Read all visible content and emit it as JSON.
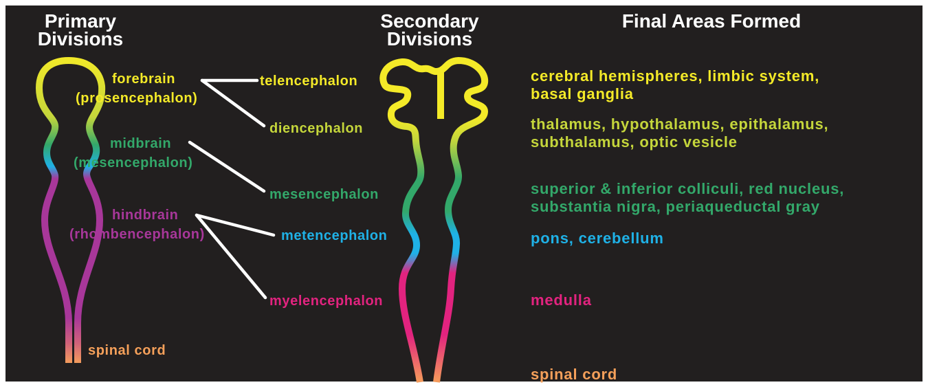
{
  "headers": {
    "primary_line1": "Primary",
    "primary_line2": "Divisions",
    "secondary_line1": "Secondary",
    "secondary_line2": "Divisions",
    "final": "Final Areas Formed"
  },
  "primary": {
    "forebrain": "forebrain",
    "forebrain_alt": "(prosencephalon)",
    "midbrain": "midbrain",
    "midbrain_alt": "(mesencephalon)",
    "hindbrain": "hindbrain",
    "hindbrain_alt": "(rhombencephalon)",
    "spinal": "spinal cord"
  },
  "secondary": {
    "telencephalon": "telencephalon",
    "diencephalon": "diencephalon",
    "mesencephalon": "mesencephalon",
    "metencephalon": "metencephalon",
    "myelencephalon": "myelencephalon"
  },
  "final": {
    "tel_line1": "cerebral hemispheres, limbic system,",
    "tel_line2": "basal ganglia",
    "dien_line1": "thalamus, hypothalamus, epithalamus,",
    "dien_line2": "subthalamus, optic vesicle",
    "mes_line1": "superior & inferior colliculi, red nucleus,",
    "mes_line2": "substantia nigra, periaqueductal gray",
    "met": "pons, cerebellum",
    "mye": "medulla",
    "spinal": "spinal cord"
  },
  "colors": {
    "background": "#221f1f",
    "header": "#ffffff",
    "forebrain": "#f4ea28",
    "diencephalon": "#c5d63b",
    "midbrain": "#33a86a",
    "hindbrain": "#a8379a",
    "metencephalon": "#1fb1e6",
    "myelencephalon": "#e2237f",
    "spinal_cord": "#f5a05a",
    "connector": "#ffffff"
  }
}
